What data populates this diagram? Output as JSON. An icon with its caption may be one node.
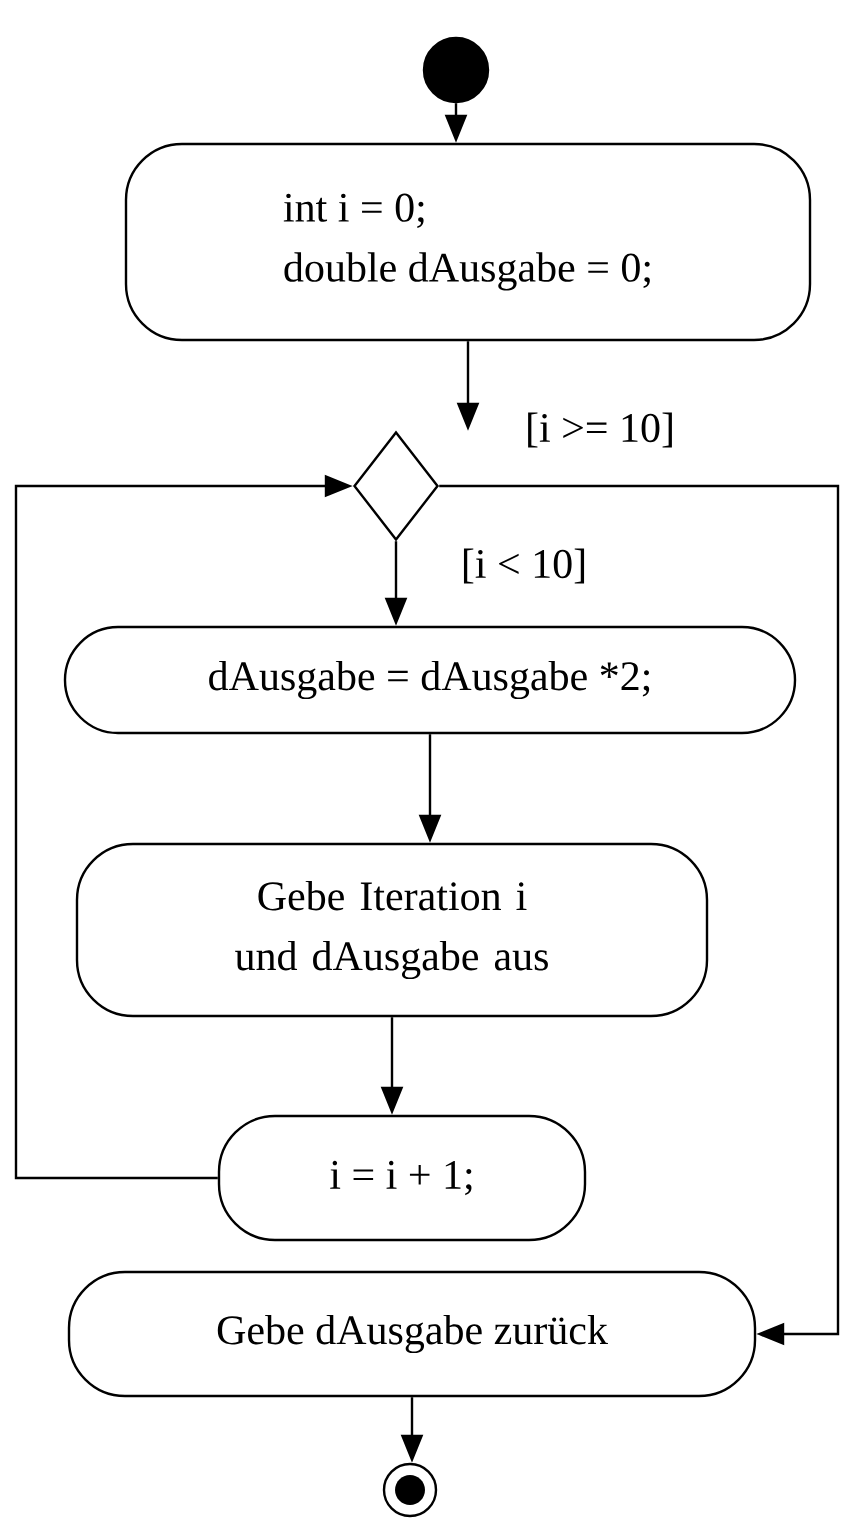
{
  "diagram": {
    "nodes": [
      {
        "text": [],
        "shape": "circle"
      },
      {
        "text": [
          "int i = 0;",
          "double dAusgabe = 0;"
        ]
      },
      {
        "text": [],
        "shape": "diamond"
      },
      {
        "text": [
          "dAusgabe = dAusgabe *2;"
        ]
      },
      {
        "text": [
          "Gebe Iteration i und dAusgabe aus"
        ]
      },
      {
        "text": [
          "i = i + 1;"
        ]
      },
      {
        "text": [
          "Gebe dAusgabe zurück"
        ]
      },
      {
        "text": [],
        "shape": "circle"
      }
    ],
    "edges": [
      {
        "from": 0,
        "to": 1,
        "arrow": "to"
      },
      {
        "from": 1,
        "to": 2,
        "arrow": "to"
      },
      {
        "from": 2,
        "to": 3,
        "arrow": "to",
        "label": "[i < 10]"
      },
      {
        "from": 3,
        "to": 4,
        "arrow": "to"
      },
      {
        "from": 4,
        "to": 5,
        "arrow": "to"
      },
      {
        "from": 5,
        "to": 2,
        "arrow": "to"
      },
      {
        "from": 2,
        "to": 6,
        "arrow": "to",
        "label": "[i >= 10]"
      },
      {
        "from": 6,
        "to": 7,
        "arrow": "to"
      }
    ]
  }
}
